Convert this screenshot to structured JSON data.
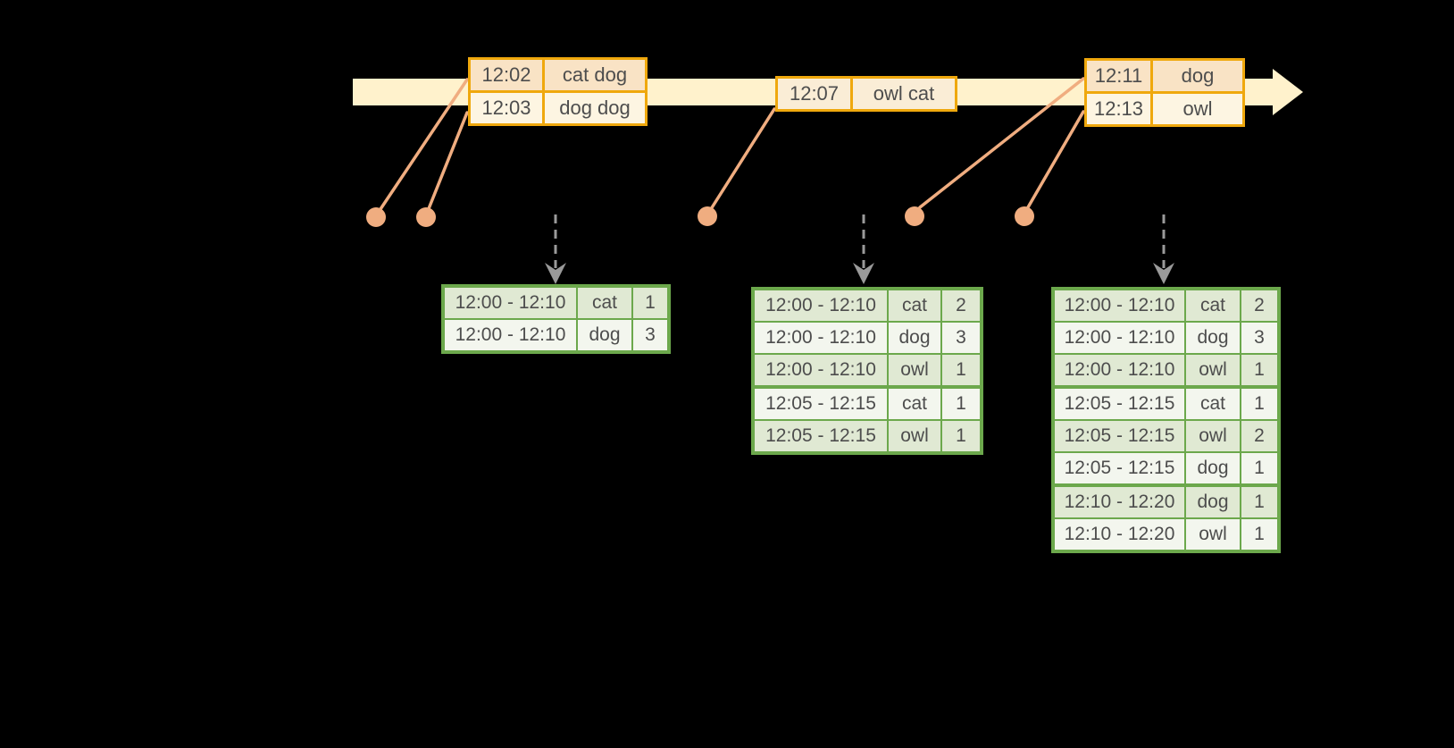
{
  "colors": {
    "background": "#000000",
    "timeline_band": "#FFF2CC",
    "event_table_border": "#EFA80D",
    "event_row_peach": "#F9E3C5",
    "event_row_cream": "#FDF5E2",
    "connector_and_dot": "#F0AD80",
    "trigger_arrow_gray": "#9a9a9a",
    "result_table_border": "#6CA84C",
    "result_row_green": "#E0E9D3",
    "result_row_white": "#F3F6EE",
    "table_text": "#4d4d4d"
  },
  "timeline": {
    "event_groups": [
      {
        "rows": [
          {
            "time": "12:02",
            "words": "cat dog"
          },
          {
            "time": "12:03",
            "words": "dog dog"
          }
        ]
      },
      {
        "rows": [
          {
            "time": "12:07",
            "words": "owl cat"
          }
        ]
      },
      {
        "rows": [
          {
            "time": "12:11",
            "words": "dog"
          },
          {
            "time": "12:13",
            "words": "owl"
          }
        ]
      }
    ]
  },
  "results": [
    {
      "rows": [
        {
          "window": "12:00 - 12:10",
          "word": "cat",
          "count": "1"
        },
        {
          "window": "12:00 - 12:10",
          "word": "dog",
          "count": "3"
        }
      ]
    },
    {
      "rows": [
        {
          "window": "12:00 - 12:10",
          "word": "cat",
          "count": "2"
        },
        {
          "window": "12:00 - 12:10",
          "word": "dog",
          "count": "3"
        },
        {
          "window": "12:00 - 12:10",
          "word": "owl",
          "count": "1"
        },
        {
          "window": "12:05 - 12:15",
          "word": "cat",
          "count": "1"
        },
        {
          "window": "12:05 - 12:15",
          "word": "owl",
          "count": "1"
        }
      ]
    },
    {
      "rows": [
        {
          "window": "12:00 - 12:10",
          "word": "cat",
          "count": "2"
        },
        {
          "window": "12:00 - 12:10",
          "word": "dog",
          "count": "3"
        },
        {
          "window": "12:00 - 12:10",
          "word": "owl",
          "count": "1"
        },
        {
          "window": "12:05 - 12:15",
          "word": "cat",
          "count": "1"
        },
        {
          "window": "12:05 - 12:15",
          "word": "owl",
          "count": "2"
        },
        {
          "window": "12:05 - 12:15",
          "word": "dog",
          "count": "1"
        },
        {
          "window": "12:10 - 12:20",
          "word": "dog",
          "count": "1"
        },
        {
          "window": "12:10 - 12:20",
          "word": "owl",
          "count": "1"
        }
      ]
    }
  ]
}
